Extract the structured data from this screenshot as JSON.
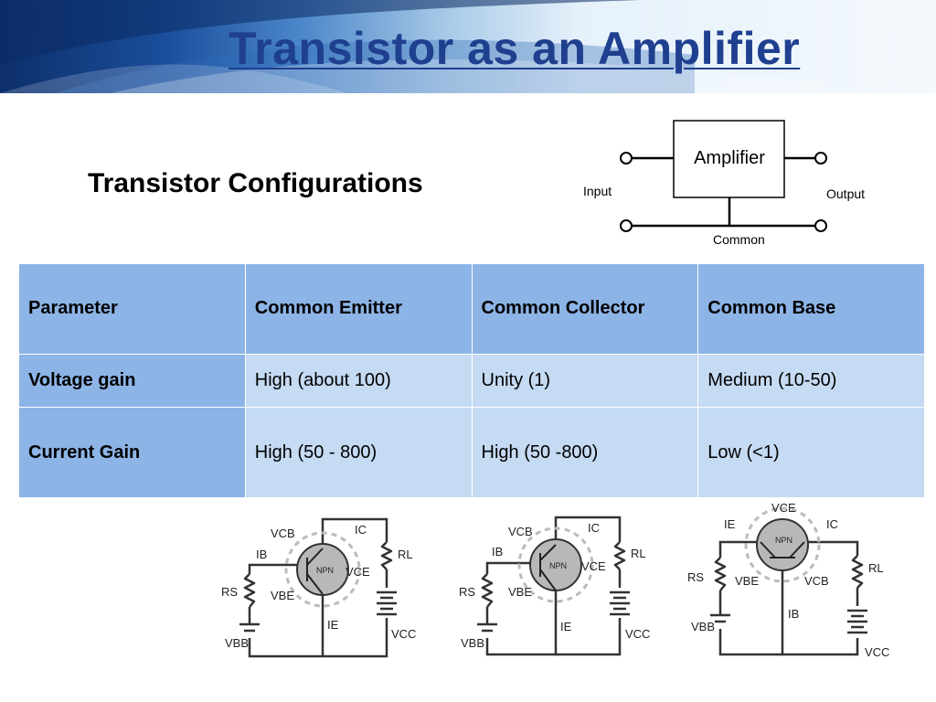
{
  "slide": {
    "title": "Transistor as an Amplifier"
  },
  "subtitle": "Transistor Configurations",
  "amplifier_diagram": {
    "box_label": "Amplifier",
    "input_label": "Input",
    "output_label": "Output",
    "common_label": "Common"
  },
  "table": {
    "headers": [
      "Parameter",
      "Common Emitter",
      "Common Collector",
      "Common Base"
    ],
    "rows": [
      [
        "Voltage gain",
        "High (about 100)",
        "Unity (1)",
        "Medium (10-50)"
      ],
      [
        "Current Gain",
        "High (50 - 800)",
        "High (50 -800)",
        "Low (<1)"
      ]
    ]
  },
  "circuits": {
    "transistor_label": "NPN",
    "common_emitter": {
      "labels": [
        "VCB",
        "IB",
        "VCE",
        "RS",
        "VBE",
        "IE",
        "IC",
        "RL",
        "VBB",
        "VCC"
      ]
    },
    "common_collector": {
      "labels": [
        "VCB",
        "IB",
        "VCE",
        "RS",
        "VBE",
        "IE",
        "IC",
        "RL",
        "VBB",
        "VCC"
      ]
    },
    "common_base": {
      "labels": [
        "VCE",
        "IE",
        "IC",
        "RS",
        "VBE",
        "VCB",
        "IB",
        "RL",
        "VBB",
        "VCC"
      ]
    }
  }
}
